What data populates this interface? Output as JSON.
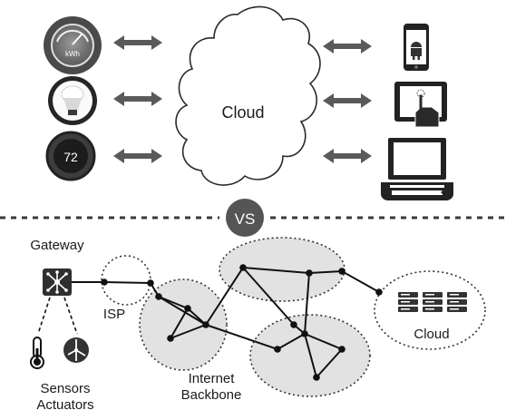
{
  "top": {
    "cloud_label": "Cloud",
    "devices_left": [
      {
        "icon": "energy-meter-icon",
        "text": "kWh"
      },
      {
        "icon": "smart-bulb-icon",
        "text": ""
      },
      {
        "icon": "thermostat-icon",
        "text": "72"
      }
    ],
    "devices_right": [
      {
        "icon": "android-phone-icon"
      },
      {
        "icon": "tablet-touch-icon"
      },
      {
        "icon": "laptop-icon"
      }
    ]
  },
  "divider": {
    "label": "VS"
  },
  "bottom": {
    "gateway_label": "Gateway",
    "isp_label": "ISP",
    "sensors_label": "Sensors",
    "actuators_label": "Actuators",
    "backbone_label_line1": "Internet",
    "backbone_label_line2": "Backbone",
    "cloud_label": "Cloud"
  },
  "colors": {
    "dark_icon": "#2f2f2f",
    "arrow": "#5a5a5a",
    "backbone_fill": "#e2e2e2",
    "divider": "#3a3a3a"
  }
}
